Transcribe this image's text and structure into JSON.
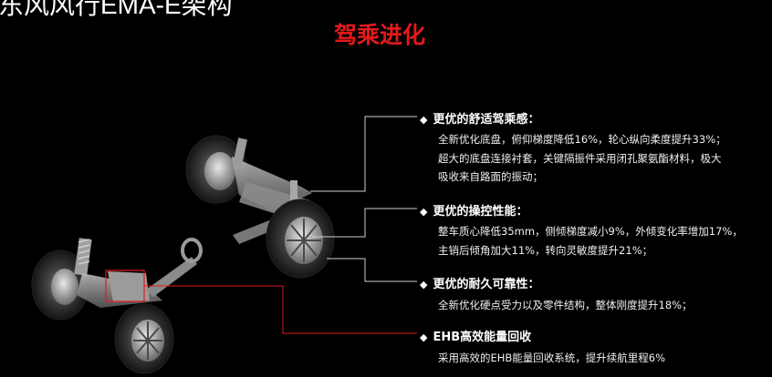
{
  "title": "东风风行EMA-E架构",
  "subtitle": "驾乘进化",
  "bullet_glyph": "◆",
  "colors": {
    "accent_red": "#e3191b",
    "text": "#ffffff",
    "line": "#cccccc"
  },
  "features": [
    {
      "heading": "更优的舒适驾乘感：",
      "lines": [
        "全新优化底盘，俯仰梯度降低16%，轮心纵向柔度提升33%；",
        "超大的底盘连接衬套，关键隔振件采用闭孔聚氨酯材料，极大",
        "吸收来自路面的振动；"
      ]
    },
    {
      "heading": "更优的操控性能：",
      "lines": [
        "整车质心降低35mm，侧倾梯度减小9%，外倾变化率增加17%，",
        "主销后倾角加大11%，转向灵敏度提升21%；"
      ]
    },
    {
      "heading": "更优的耐久可靠性：",
      "lines": [
        "全新优化硬点受力以及零件结构，整体刚度提升18%；"
      ]
    },
    {
      "heading": "EHB高效能量回收",
      "lines": [
        "采用高效的EHB能量回收系统，提升续航里程6%"
      ]
    }
  ]
}
